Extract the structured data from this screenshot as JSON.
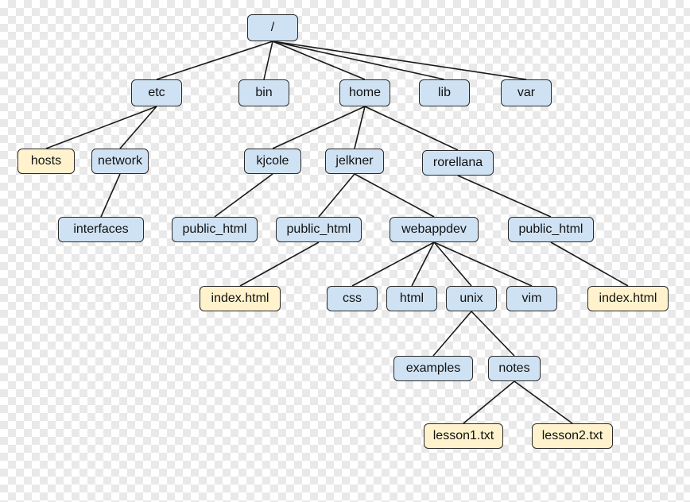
{
  "colors": {
    "directory_fill": "#cfe2f3",
    "file_fill": "#fff2cc",
    "edge": "#1a1a1a",
    "border": "#2b2b2b"
  },
  "nodes": {
    "root": {
      "label": "/",
      "kind": "dir"
    },
    "etc": {
      "label": "etc",
      "kind": "dir"
    },
    "bin": {
      "label": "bin",
      "kind": "dir"
    },
    "home": {
      "label": "home",
      "kind": "dir"
    },
    "lib": {
      "label": "lib",
      "kind": "dir"
    },
    "var": {
      "label": "var",
      "kind": "dir"
    },
    "hosts": {
      "label": "hosts",
      "kind": "file"
    },
    "network": {
      "label": "network",
      "kind": "dir"
    },
    "interfaces": {
      "label": "interfaces",
      "kind": "dir"
    },
    "kjcole": {
      "label": "kjcole",
      "kind": "dir"
    },
    "jelkner": {
      "label": "jelkner",
      "kind": "dir"
    },
    "rorellana": {
      "label": "rorellana",
      "kind": "dir"
    },
    "kjcole_public_html": {
      "label": "public_html",
      "kind": "dir"
    },
    "jelkner_public_html": {
      "label": "public_html",
      "kind": "dir"
    },
    "webappdev": {
      "label": "webappdev",
      "kind": "dir"
    },
    "rorellana_public_html": {
      "label": "public_html",
      "kind": "dir"
    },
    "jelkner_index_html": {
      "label": "index.html",
      "kind": "file"
    },
    "css": {
      "label": "css",
      "kind": "dir"
    },
    "html": {
      "label": "html",
      "kind": "dir"
    },
    "unix": {
      "label": "unix",
      "kind": "dir"
    },
    "vim": {
      "label": "vim",
      "kind": "dir"
    },
    "rorellana_index_html": {
      "label": "index.html",
      "kind": "file"
    },
    "examples": {
      "label": "examples",
      "kind": "dir"
    },
    "notes": {
      "label": "notes",
      "kind": "dir"
    },
    "lesson1_txt": {
      "label": "lesson1.txt",
      "kind": "file"
    },
    "lesson2_txt": {
      "label": "lesson2.txt",
      "kind": "file"
    }
  },
  "edges": [
    [
      "root",
      "etc"
    ],
    [
      "root",
      "bin"
    ],
    [
      "root",
      "home"
    ],
    [
      "root",
      "lib"
    ],
    [
      "root",
      "var"
    ],
    [
      "etc",
      "hosts"
    ],
    [
      "etc",
      "network"
    ],
    [
      "network",
      "interfaces"
    ],
    [
      "home",
      "kjcole"
    ],
    [
      "home",
      "jelkner"
    ],
    [
      "home",
      "rorellana"
    ],
    [
      "kjcole",
      "kjcole_public_html"
    ],
    [
      "jelkner",
      "jelkner_public_html"
    ],
    [
      "jelkner",
      "webappdev"
    ],
    [
      "rorellana",
      "rorellana_public_html"
    ],
    [
      "jelkner_public_html",
      "jelkner_index_html"
    ],
    [
      "webappdev",
      "css"
    ],
    [
      "webappdev",
      "html"
    ],
    [
      "webappdev",
      "unix"
    ],
    [
      "webappdev",
      "vim"
    ],
    [
      "rorellana_public_html",
      "rorellana_index_html"
    ],
    [
      "unix",
      "examples"
    ],
    [
      "unix",
      "notes"
    ],
    [
      "notes",
      "lesson1_txt"
    ],
    [
      "notes",
      "lesson2_txt"
    ]
  ]
}
